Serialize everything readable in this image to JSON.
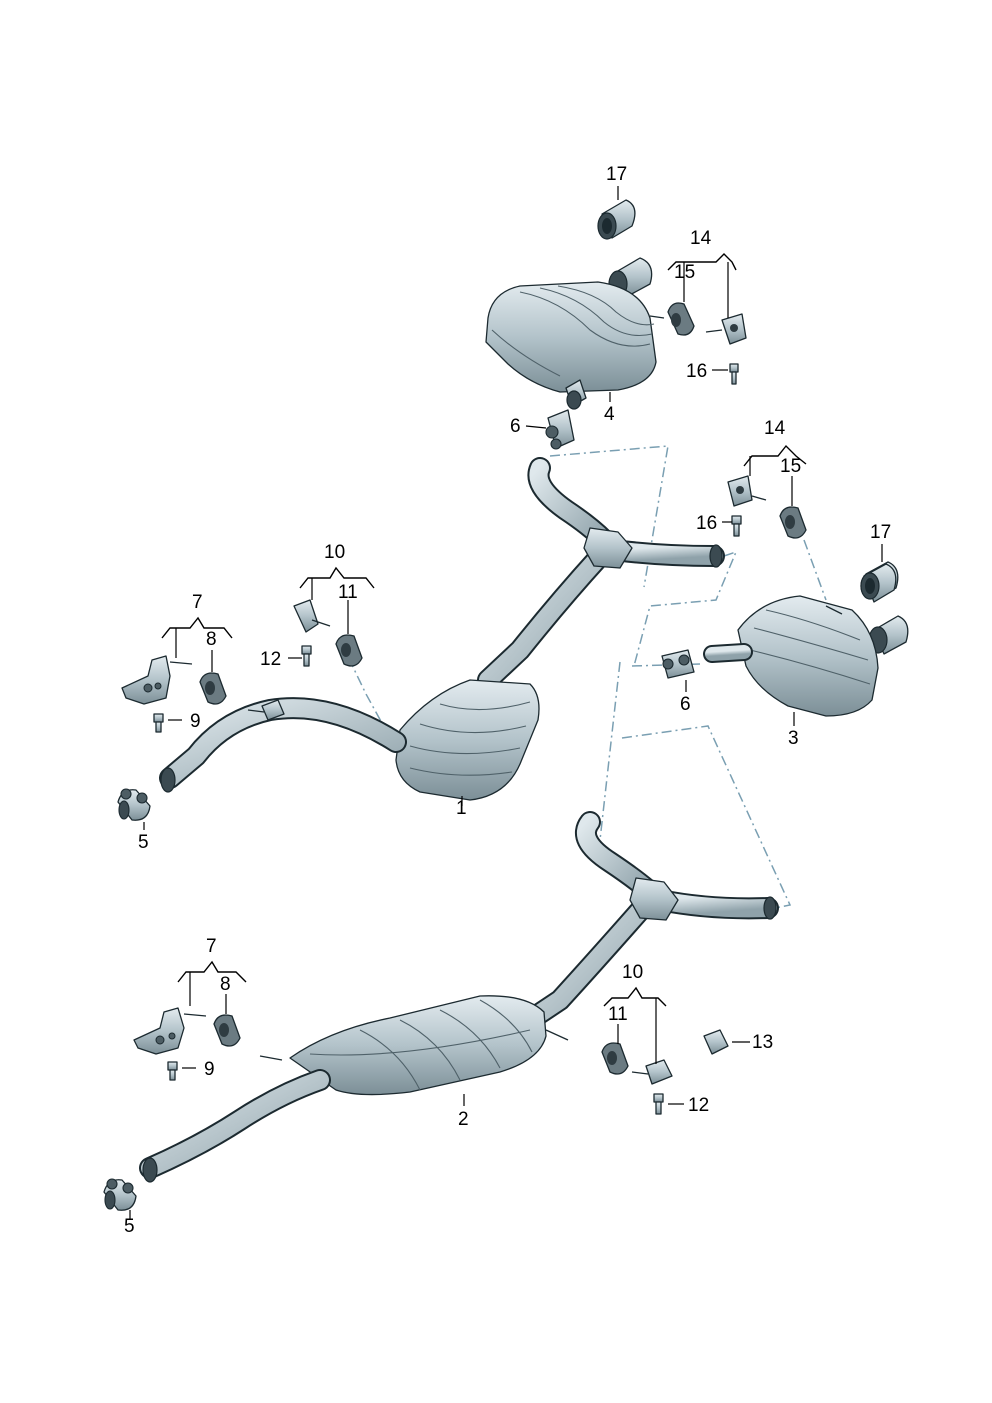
{
  "diagram": {
    "colors": {
      "metal_light": "#d7e1e6",
      "metal_mid": "#a7b8c0",
      "metal_dark": "#6c7f88",
      "dash_line": "#7a9fb2",
      "outline": "#1c2a30"
    },
    "labels": {
      "p1": "1",
      "p2": "2",
      "p3": "3",
      "p4": "4",
      "p5a": "5",
      "p5b": "5",
      "p6a": "6",
      "p6b": "6",
      "p7a": "7",
      "p7b": "7",
      "p8a": "8",
      "p8b": "8",
      "p9a": "9",
      "p9b": "9",
      "p10a": "10",
      "p10b": "10",
      "p11a": "11",
      "p11b": "11",
      "p12a": "12",
      "p12b": "12",
      "p13": "13",
      "p14a": "14",
      "p14b": "14",
      "p15a": "15",
      "p15b": "15",
      "p16a": "16",
      "p16b": "16",
      "p17a": "17",
      "p17b": "17"
    }
  }
}
